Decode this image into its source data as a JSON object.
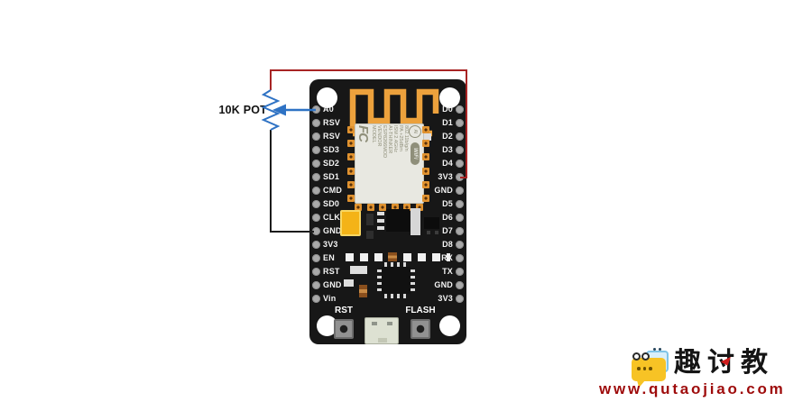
{
  "diagram": {
    "pot_label": "10K POT"
  },
  "colors": {
    "wire_vcc": "#a82424",
    "wire_signal": "#2e72c4",
    "wire_gnd": "#1c1c1c",
    "antenna": "#eca13c",
    "url_red": "#9e0b0b"
  },
  "board": {
    "left_pins": [
      "A0",
      "RSV",
      "RSV",
      "SD3",
      "SD2",
      "SD1",
      "CMD",
      "SD0",
      "CLK",
      "GND",
      "3V3",
      "EN",
      "RST",
      "GND",
      "Vin"
    ],
    "right_pins": [
      "D0",
      "D1",
      "D2",
      "D3",
      "D4",
      "3V3",
      "GND",
      "D5",
      "D6",
      "D7",
      "D8",
      "RX",
      "TX",
      "GND",
      "3V3"
    ],
    "buttons": {
      "reset": "RST",
      "flash": "FLASH"
    },
    "module": {
      "fcc": "FC",
      "model_label": "MODEL",
      "model_value": "ESP8266MOD",
      "vendor_label": "VENDOR",
      "vendor_value": "AI-THINKER",
      "radio_line1": "ISM 2.4GHz",
      "radio_line2": "PA +25dBm",
      "radio_line3": "802.11b/g/n",
      "ai_logo": "AI",
      "wifi_logo": "WiFi"
    }
  },
  "watermark": {
    "brand": "趣讨教",
    "url": "www.qutaojiao.com"
  }
}
